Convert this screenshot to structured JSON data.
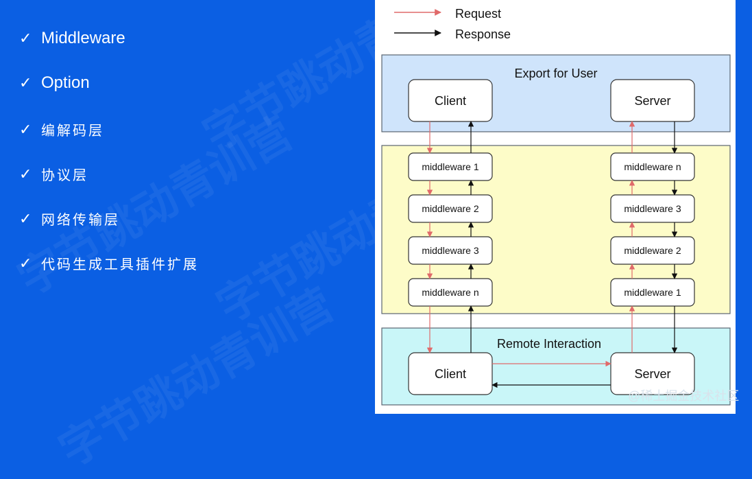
{
  "features": [
    {
      "check": "✓",
      "label": "Middleware",
      "cn": false
    },
    {
      "check": "✓",
      "label": "Option",
      "cn": false
    },
    {
      "check": "✓",
      "label": "编解码层",
      "cn": true
    },
    {
      "check": "✓",
      "label": "协议层",
      "cn": true
    },
    {
      "check": "✓",
      "label": "网络传输层",
      "cn": true
    },
    {
      "check": "✓",
      "label": "代码生成工具插件扩展",
      "cn": true
    }
  ],
  "diagram": {
    "legend": {
      "request": "Request",
      "response": "Response"
    },
    "colors": {
      "request": "#e06a6a",
      "response": "#111111",
      "user_band": "#cfe4fb",
      "middleware_band": "#fdfcc8",
      "remote_band": "#c9f6f8",
      "band_border": "#5a6470"
    },
    "sections": {
      "user": "Export for User",
      "remote": "Remote Interaction"
    },
    "boxes": {
      "client": "Client",
      "server": "Server"
    },
    "client_middlewares": [
      "middleware 1",
      "middleware 2",
      "middleware 3",
      "middleware n"
    ],
    "server_middlewares": [
      "middleware n",
      "middleware 3",
      "middleware 2",
      "middleware 1"
    ]
  },
  "watermark": "@稀土掘金技术社区"
}
